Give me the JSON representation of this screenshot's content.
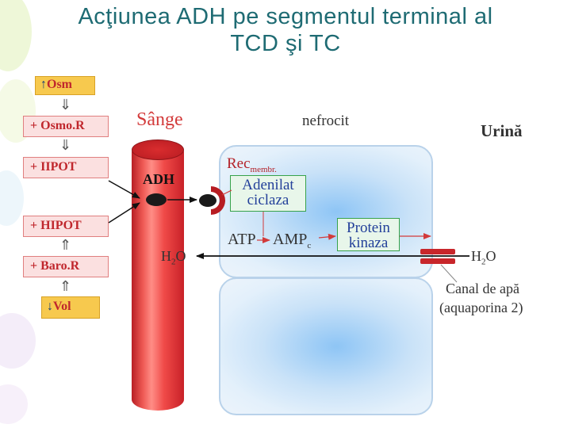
{
  "title": {
    "line1": "Acţiunea ADH pe segmentul terminal al",
    "line2": "TCD şi TC"
  },
  "cascade": {
    "osm": {
      "arrow": "↑",
      "text": "Osm"
    },
    "osmor": "+ Osmo.R",
    "iipot": "+ IIPOT",
    "hipot": "+ HIPOT",
    "baror": "+ Baro.R",
    "vol": {
      "arrow": "↓",
      "text": "Vol"
    }
  },
  "labels": {
    "sange": "Sânge",
    "nefrocit": "nefrocit",
    "urina": "Urină",
    "adh": "ADH",
    "rec": "Rec",
    "rec_sub": "membr.",
    "adenilat": "Adenilat",
    "ciclaza": "ciclaza",
    "atp": "ATP",
    "amp": "AMP",
    "amp_sub": "c",
    "protein": "Protein",
    "kinaza": "kinaza",
    "h2o_left": "H",
    "h2o_left_sub": "2",
    "h2o_left_end": "O",
    "h2o_right": "H",
    "h2o_right_sub": "2",
    "h2o_right_end": "O",
    "canal": "Canal de apă",
    "aquaporina": "(aquaporina 2)"
  },
  "colors": {
    "title": "#1e6b73",
    "cascade_text": "#c0272d",
    "vessel": "#e53935",
    "cell_fill": "#c9e2f8",
    "green_box": "#37a24b",
    "channel": "#c8262b"
  }
}
